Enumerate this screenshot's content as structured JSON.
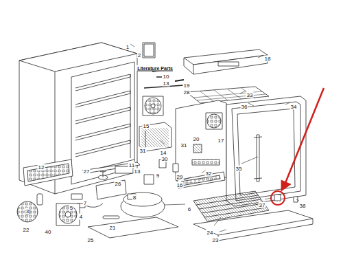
{
  "diagram": {
    "labels": [
      "1",
      "2",
      "Literature Parts",
      "10",
      "13",
      "18",
      "19",
      "28",
      "33",
      "36",
      "34",
      "15",
      "17",
      "20",
      "31",
      "31",
      "14",
      "11",
      "13",
      "27",
      "30",
      "12",
      "29",
      "32",
      "16",
      "26",
      "9",
      "8",
      "35",
      "3",
      "5",
      "7",
      "4",
      "6",
      "22",
      "40",
      "21",
      "25",
      "24",
      "23",
      "37",
      "38"
    ]
  }
}
